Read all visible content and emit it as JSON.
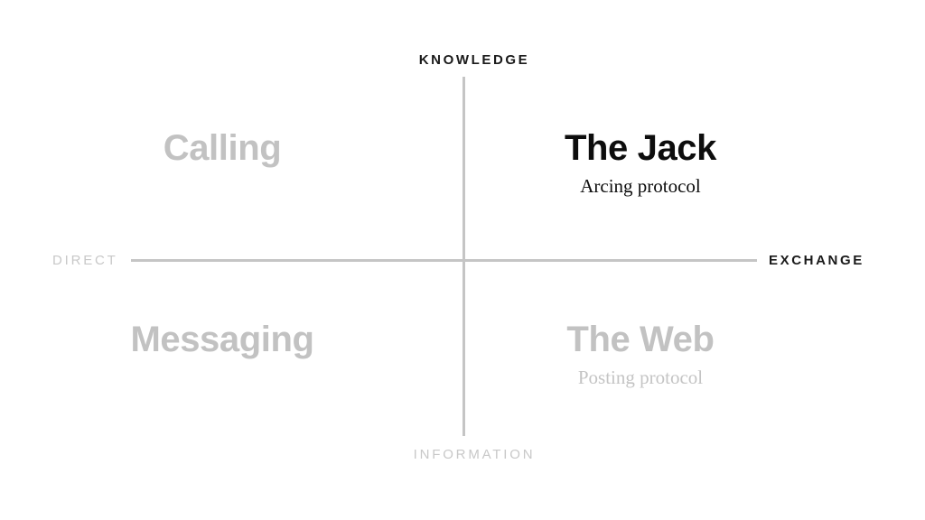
{
  "diagram": {
    "type": "2x2-quadrant-matrix",
    "background_color": "#ffffff",
    "axis_color": "#c5c5c5",
    "accent_dark": "#0d0d0d",
    "accent_muted": "#c2c2c2",
    "axes": {
      "top_label": "KNOWLEDGE",
      "bottom_label": "INFORMATION",
      "left_label": "DIRECT",
      "right_label": "EXCHANGE"
    },
    "quadrants": [
      {
        "id": "top-left",
        "title": "Calling",
        "subtitle": "",
        "emphasis": "muted"
      },
      {
        "id": "top-right",
        "title": "The Jack",
        "subtitle": "Arcing protocol",
        "emphasis": "highlighted"
      },
      {
        "id": "bottom-left",
        "title": "Messaging",
        "subtitle": "",
        "emphasis": "muted"
      },
      {
        "id": "bottom-right",
        "title": "The Web",
        "subtitle": "Posting protocol",
        "emphasis": "muted"
      }
    ]
  }
}
